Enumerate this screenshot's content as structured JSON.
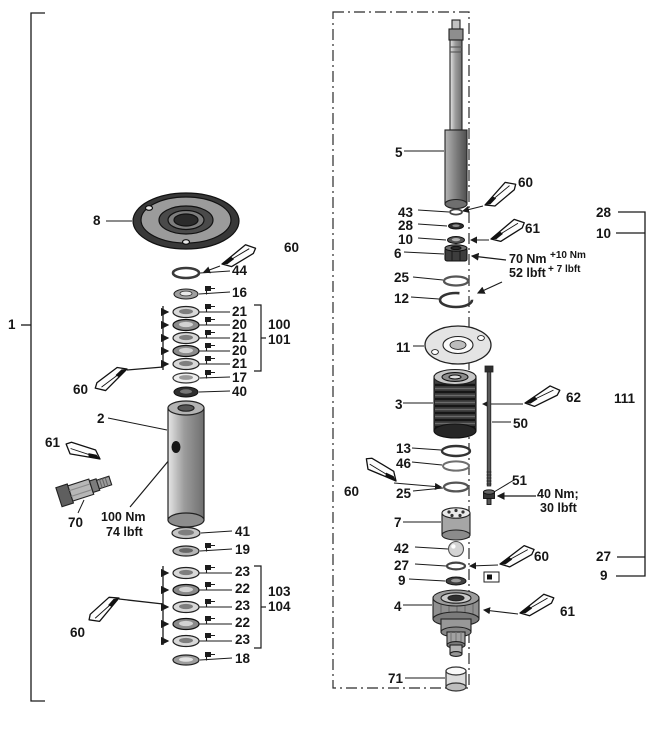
{
  "meta": {
    "background": "#ffffff",
    "ink": "#1a1a1a"
  },
  "labels": {
    "p1": "1",
    "p2": "2",
    "p3": "3",
    "p4": "4",
    "p5": "5",
    "p6": "6",
    "p7": "7",
    "p8": "8",
    "p9": "9",
    "p10": "10",
    "p11": "11",
    "p12": "12",
    "p13": "13",
    "p16": "16",
    "p17": "17",
    "p18": "18",
    "p19": "19",
    "p20": "20",
    "p21": "21",
    "p22": "22",
    "p23": "23",
    "p25": "25",
    "p27": "27",
    "p28": "28",
    "p40": "40",
    "p41": "41",
    "p42": "42",
    "p43": "43",
    "p44": "44",
    "p46": "46",
    "p50": "50",
    "p51": "51",
    "p60": "60",
    "p61": "61",
    "p62": "62",
    "p70": "70",
    "p71": "71"
  },
  "groups": {
    "g100": "100",
    "g101": "101",
    "g103": "103",
    "g104": "104",
    "g111": "111"
  },
  "notes": {
    "port_nm": "100 Nm",
    "port_lb": "74 lbft",
    "gland_nm": "70 Nm",
    "gland_nm_plus": "+10 Nm",
    "gland_lb": "52 lbft",
    "gland_lb_plus": "+ 7 lbft",
    "screw_nm": "40 Nm;",
    "screw_lb": "30 lbft"
  },
  "icons": {
    "applicator": "grease-dart-icon",
    "seal_orientation": "seal-orientation-icon"
  }
}
